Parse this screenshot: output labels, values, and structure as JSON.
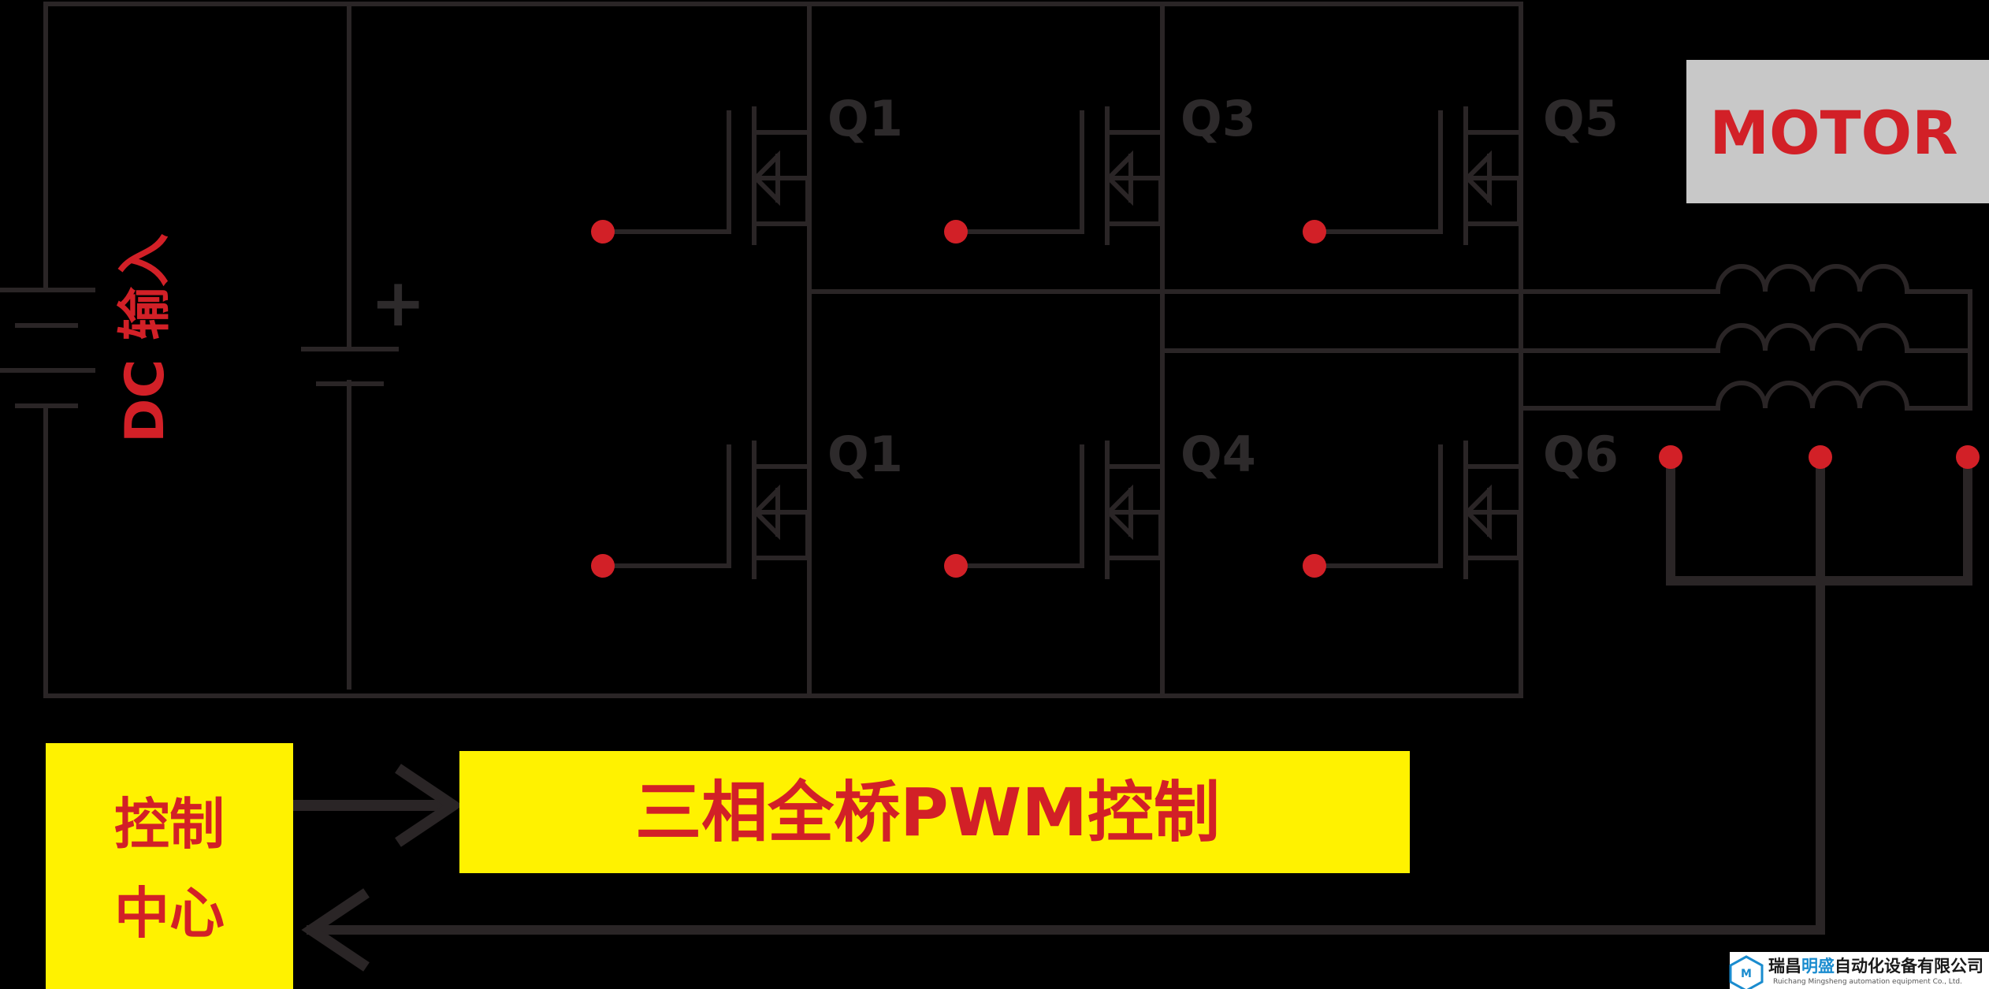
{
  "labels": {
    "dc_input": "DC 输入",
    "plus": "+",
    "motor": "MOTOR",
    "transistors": [
      "Q1",
      "Q3",
      "Q5",
      "Q1",
      "Q4",
      "Q6"
    ],
    "control_center_line1": "控制",
    "control_center_line2": "中心",
    "pwm_control": "三相全桥PWM控制"
  },
  "logo": {
    "name_part1": "瑞昌",
    "name_part2": "明盛",
    "name_part3": "自动化设备有限公司",
    "english": "Ruichang Mingsheng automation equipment Co., Ltd."
  },
  "colors": {
    "background": "#000000",
    "wire": "#2a2526",
    "accent_red": "#d22027",
    "box_yellow": "#fff200",
    "motor_box": "#c8c8c8",
    "logo_blue": "#1a8ccf"
  },
  "icons": [
    "mosfet-transistor-icon",
    "inductor-coil-icon",
    "capacitor-icon",
    "battery-icon",
    "arrow-right-icon",
    "arrow-left-icon",
    "company-logo-icon"
  ]
}
